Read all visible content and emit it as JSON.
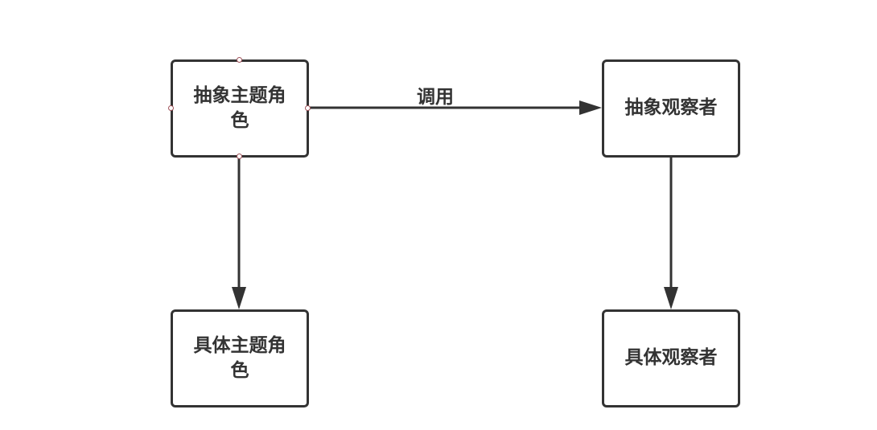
{
  "diagram": {
    "nodes": [
      {
        "id": "abstract-subject",
        "label": "抽象主题角色"
      },
      {
        "id": "abstract-observer",
        "label": "抽象观察者"
      },
      {
        "id": "concrete-subject",
        "label": "具体主题角色"
      },
      {
        "id": "concrete-observer",
        "label": "具体观察者"
      }
    ],
    "edges": [
      {
        "from": "abstract-subject",
        "to": "abstract-observer",
        "label": "调用"
      },
      {
        "from": "abstract-subject",
        "to": "concrete-subject",
        "label": ""
      },
      {
        "from": "abstract-observer",
        "to": "concrete-observer",
        "label": ""
      }
    ],
    "colors": {
      "stroke": "#333333",
      "selection_handle": "#a0525a"
    }
  }
}
